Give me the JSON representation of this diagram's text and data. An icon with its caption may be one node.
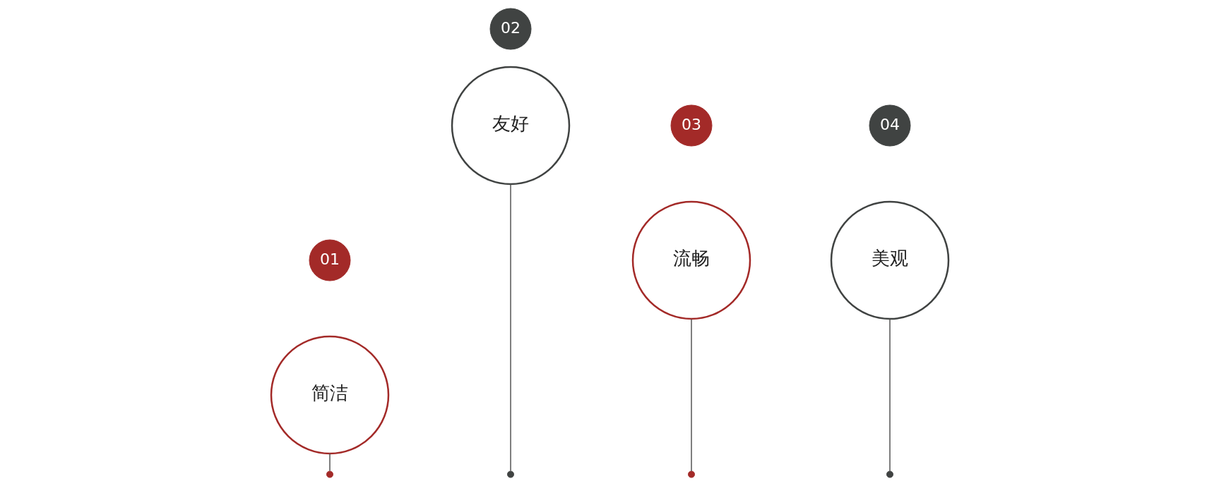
{
  "diagram": {
    "nodes": [
      {
        "text": [
          "01"
        ]
      },
      {
        "text": [
          "简洁"
        ]
      },
      {
        "text": [],
        "shape": "circle"
      },
      {
        "text": [
          "02"
        ]
      },
      {
        "text": [
          "友好"
        ]
      },
      {
        "text": [],
        "shape": "circle"
      },
      {
        "text": [
          "03"
        ]
      },
      {
        "text": [
          "流畅"
        ]
      },
      {
        "text": [],
        "shape": "circle"
      },
      {
        "text": [
          "04"
        ]
      },
      {
        "text": [
          "美观"
        ]
      },
      {
        "text": [],
        "shape": "circle"
      }
    ],
    "edges": [
      {
        "from": 1,
        "to": 2,
        "arrow": "none"
      },
      {
        "from": 4,
        "to": 5,
        "arrow": "none"
      },
      {
        "from": 7,
        "to": 8,
        "arrow": "none"
      },
      {
        "from": 10,
        "to": 11,
        "arrow": "none"
      }
    ]
  }
}
